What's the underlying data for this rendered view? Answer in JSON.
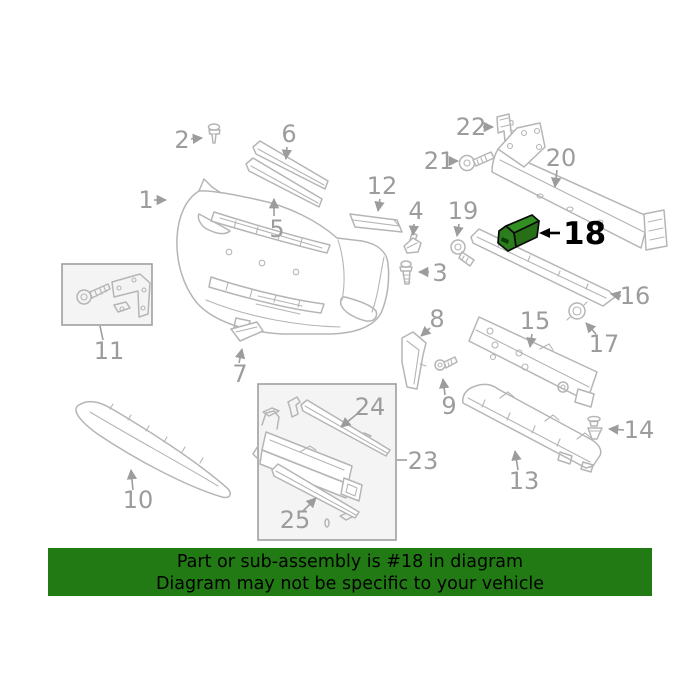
{
  "banner": {
    "line1": "Part or sub-assembly is #18 in diagram",
    "line2": "Diagram may not be specific to your vehicle",
    "bg_color": "#217a14",
    "text_color": "#000000"
  },
  "highlight": {
    "part_number": "18",
    "fill_top": "#319021",
    "fill_front": "#266f16",
    "fill_cap": "#2c7d1d",
    "slot_color": "#0a3c05",
    "outline": "#000000"
  },
  "diagram": {
    "line_color": "#b5b5b5",
    "label_color": "#9c9c9c",
    "labels": {
      "p1": "1",
      "p2": "2",
      "p3": "3",
      "p4": "4",
      "p5": "5",
      "p6": "6",
      "p7": "7",
      "p8": "8",
      "p9": "9",
      "p10": "10",
      "p11": "11",
      "p12": "12",
      "p13": "13",
      "p14": "14",
      "p15": "15",
      "p16": "16",
      "p17": "17",
      "p18": "18",
      "p19": "19",
      "p20": "20",
      "p21": "21",
      "p22": "22",
      "p23": "23",
      "p24": "24",
      "p25": "25"
    }
  }
}
